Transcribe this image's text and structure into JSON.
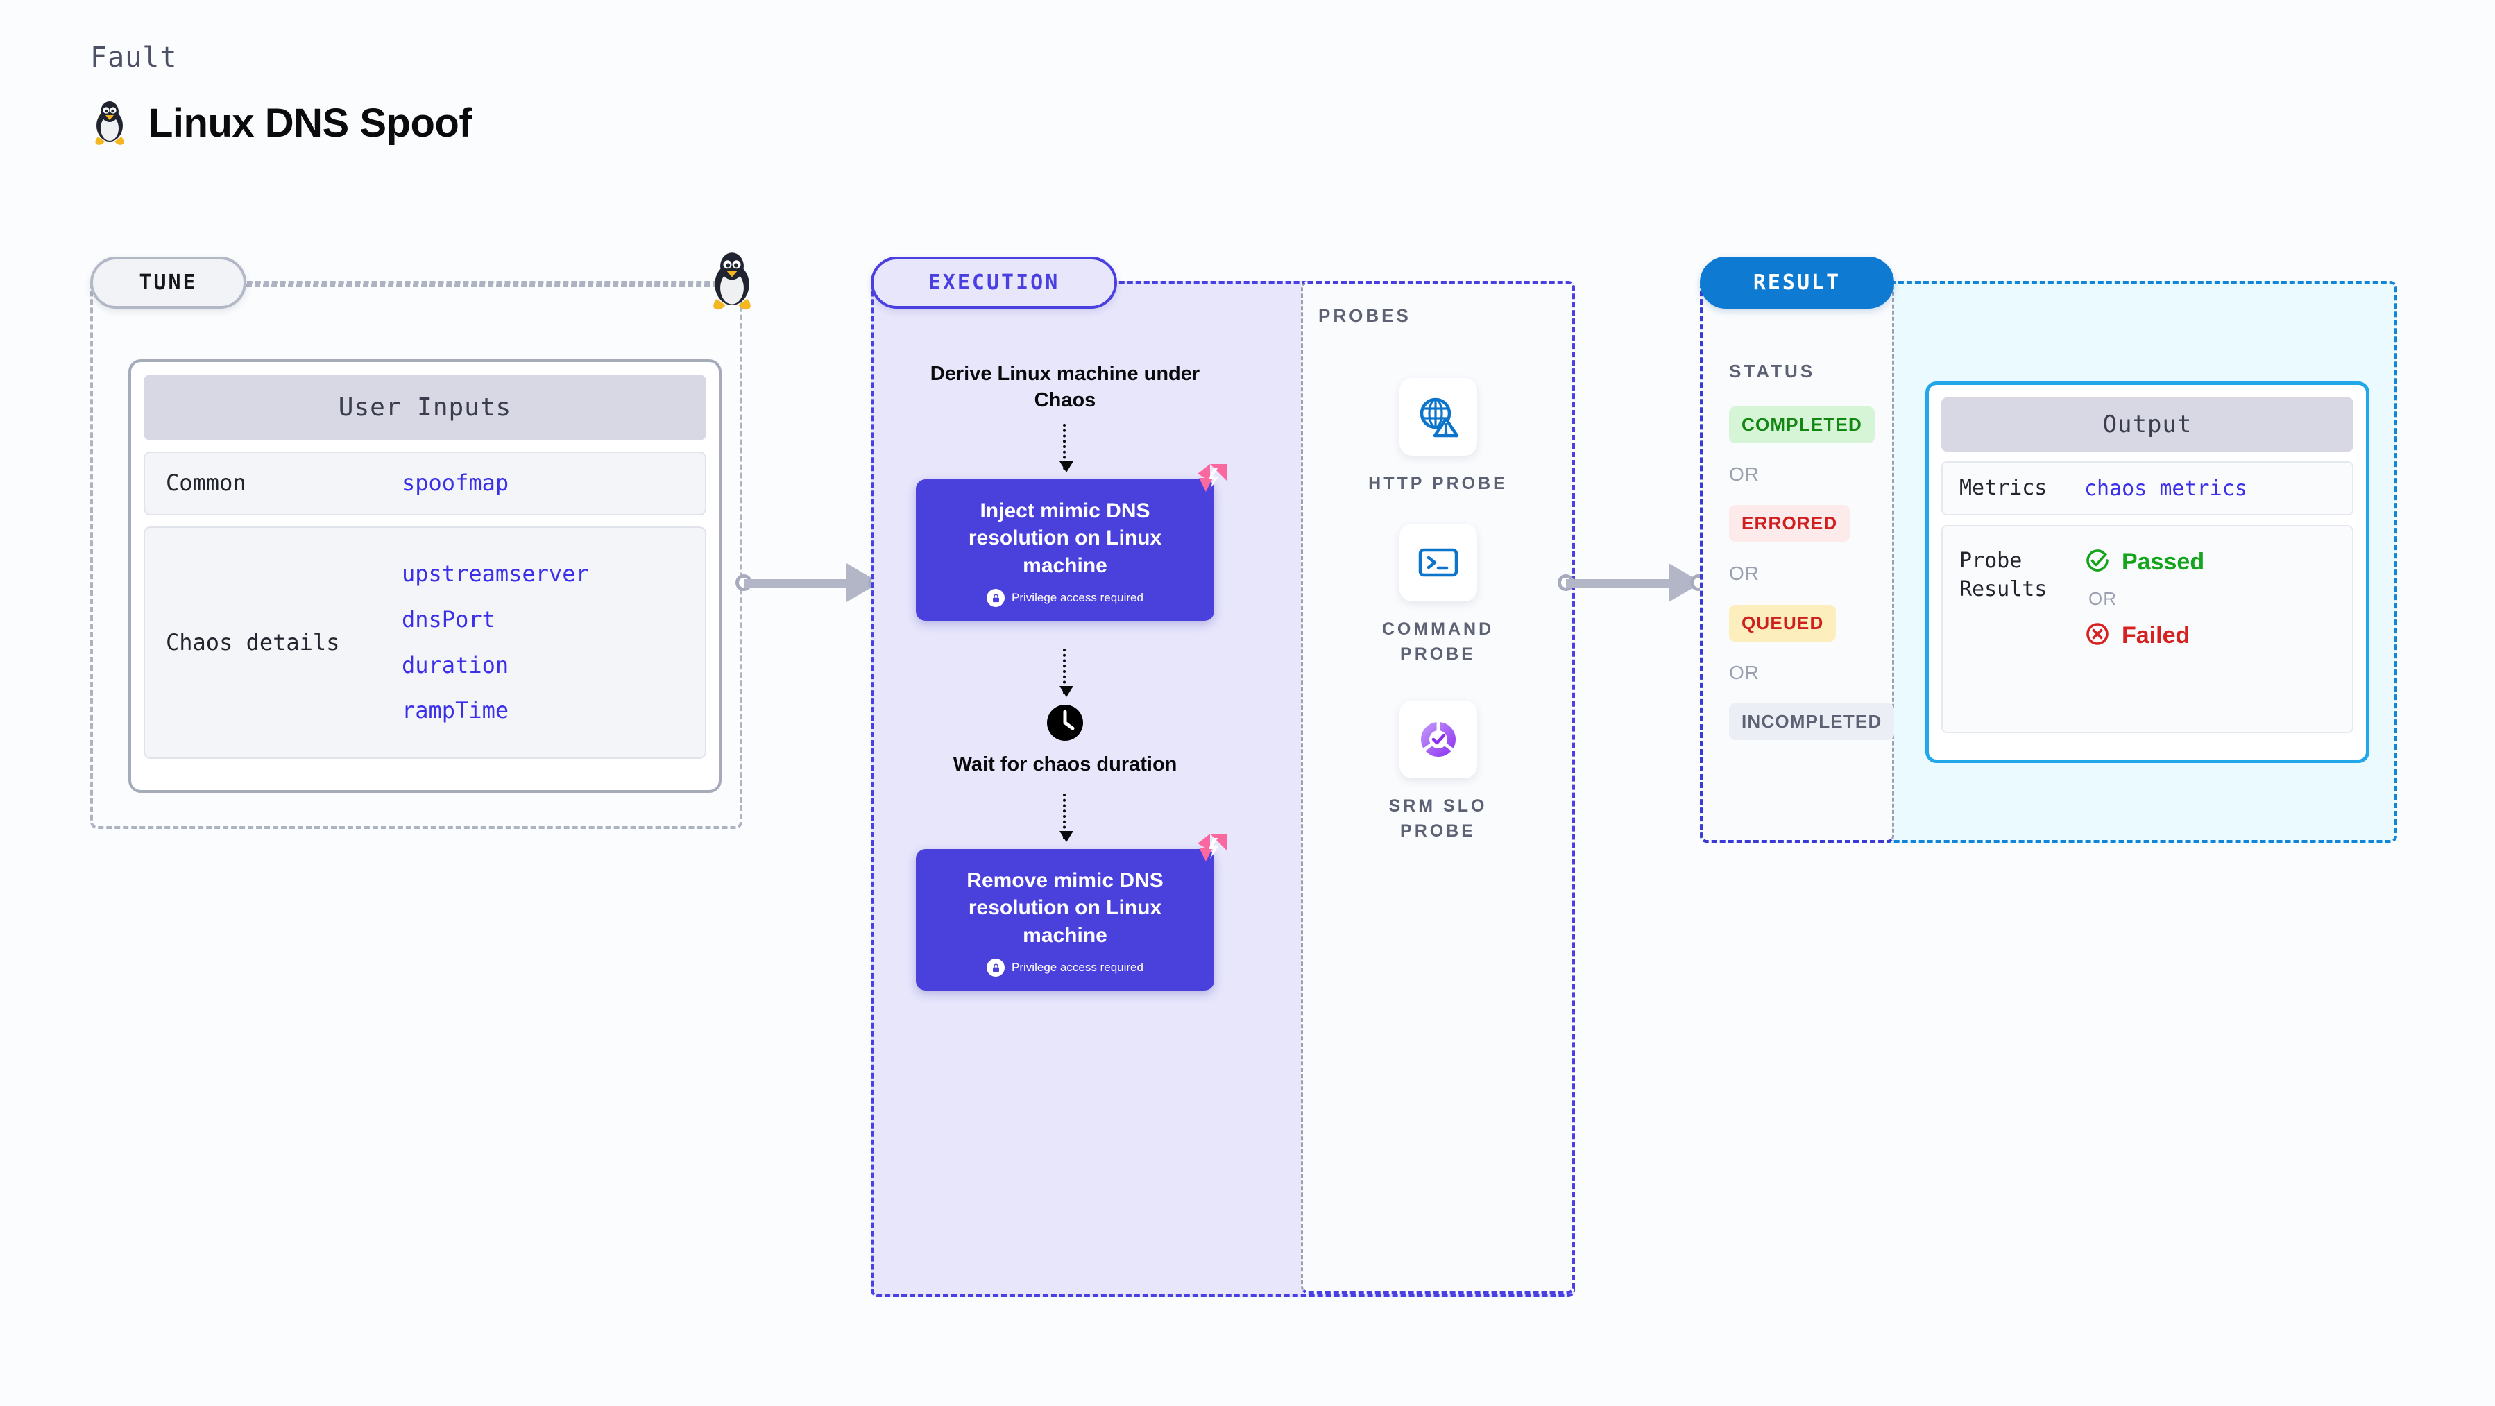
{
  "header": {
    "kicker": "Fault",
    "title": "Linux DNS Spoof",
    "icon": "linux-penguin-icon"
  },
  "colors": {
    "tune_border": "#aeb3c2",
    "execution_accent": "#4a3fe0",
    "execution_fill": "#e7e6fb",
    "result_accent": "#1385d6",
    "result_fill": "#ebfaff",
    "action_box": "#4a40dc",
    "param_value": "#3b30e8",
    "passed": "#14a51d",
    "failed": "#d62121"
  },
  "tune": {
    "stage_label": "TUNE",
    "card_title": "User Inputs",
    "groups": [
      {
        "label": "Common",
        "values": [
          "spoofmap"
        ]
      },
      {
        "label": "Chaos details",
        "values": [
          "upstreamserver",
          "dnsPort",
          "duration",
          "rampTime"
        ]
      }
    ]
  },
  "execution": {
    "stage_label": "EXECUTION",
    "steps": [
      {
        "kind": "text",
        "label": "Derive Linux machine under Chaos"
      },
      {
        "kind": "action",
        "label": "Inject mimic DNS resolution on Linux machine",
        "note": "Privilege access required"
      },
      {
        "kind": "wait",
        "label": "Wait for chaos duration",
        "icon": "clock-icon"
      },
      {
        "kind": "action",
        "label": "Remove mimic DNS resolution on Linux machine",
        "note": "Privilege access required"
      }
    ]
  },
  "probes": {
    "title": "PROBES",
    "items": [
      {
        "label": "HTTP PROBE",
        "icon": "globe-warning-icon"
      },
      {
        "label": "COMMAND PROBE",
        "icon": "terminal-icon"
      },
      {
        "label": "SRM SLO PROBE",
        "icon": "slo-check-icon"
      }
    ]
  },
  "result": {
    "stage_label": "RESULT",
    "status_title": "STATUS",
    "or_label": "OR",
    "statuses": [
      "COMPLETED",
      "ERRORED",
      "QUEUED",
      "INCOMPLETED"
    ],
    "output": {
      "title": "Output",
      "metrics_label": "Metrics",
      "metrics_value": "chaos metrics",
      "probe_results_label": "Probe Results",
      "passed_label": "Passed",
      "failed_label": "Failed",
      "or_label": "OR"
    }
  }
}
